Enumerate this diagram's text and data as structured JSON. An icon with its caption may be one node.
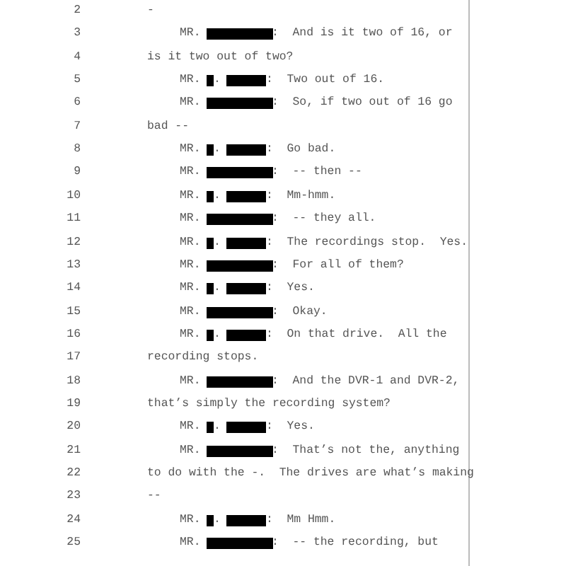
{
  "diagram": {
    "labels": [
      "2",
      "-",
      "3",
      "MR.",
      ":  And is it two of 16, or",
      "4",
      "is it two out of two?",
      "5",
      "MR.",
      ".",
      ":  Two out of 16.",
      "6",
      "MR.",
      ":  So, if two out of 16 go",
      "7",
      "bad --",
      "8",
      "MR.",
      ".",
      ":  Go bad.",
      "9",
      "MR.",
      ":  -- then --",
      "10",
      "MR.",
      ".",
      ":  Mm-hmm.",
      "11",
      "MR.",
      ":  -- they all.",
      "12",
      "MR.",
      ".",
      ":  The recordings stop.  Yes.",
      "13",
      "MR.",
      ":  For all of them?",
      "14",
      "MR.",
      ".",
      ":  Yes.",
      "15",
      "MR.",
      ":  Okay.",
      "16",
      "MR.",
      ".",
      ":  On that drive.  All the",
      "17",
      "recording stops.",
      "18",
      "MR.",
      ":  And the DVR-1 and DVR-2,",
      "19",
      "that’s simply the recording system?",
      "20",
      "MR.",
      ".",
      ":  Yes.",
      "21",
      "MR.",
      ":  That’s not the, anything",
      "22",
      "to do with the -.  The drives are what’s making",
      "23",
      "--",
      "24",
      "MR.",
      ".",
      ":  Mm Hmm.",
      "25",
      "MR.",
      ":  -- the recording, but"
    ]
  }
}
